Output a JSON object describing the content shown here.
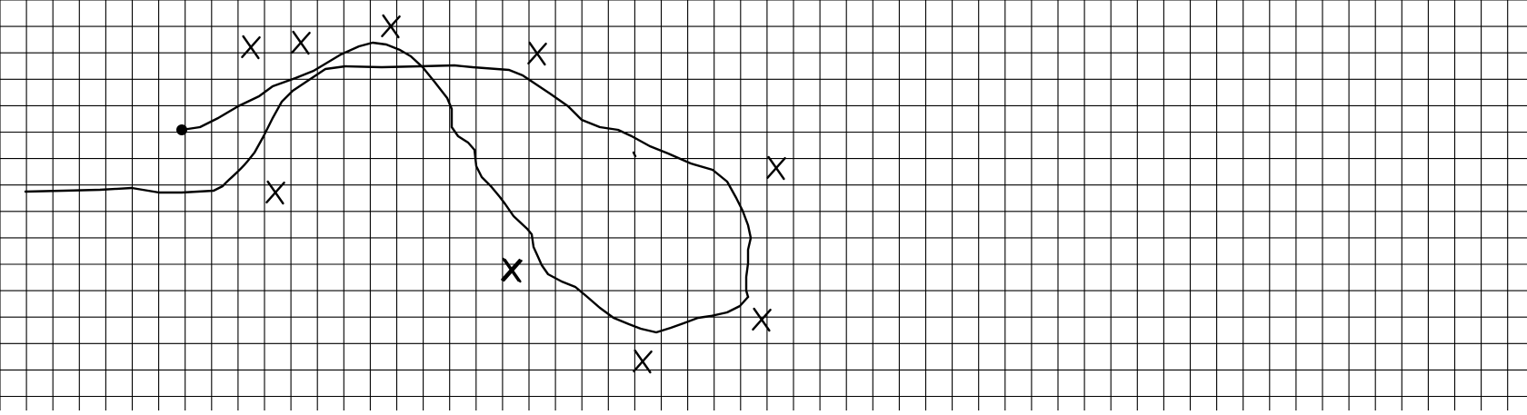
{
  "grid": {
    "line_color": "#000000",
    "background": "#ffffff"
  },
  "sketch": {
    "stroke_color": "#000000",
    "marker_glyph": "x-mark",
    "start_point": "filled-dot",
    "marker_count": 10
  }
}
